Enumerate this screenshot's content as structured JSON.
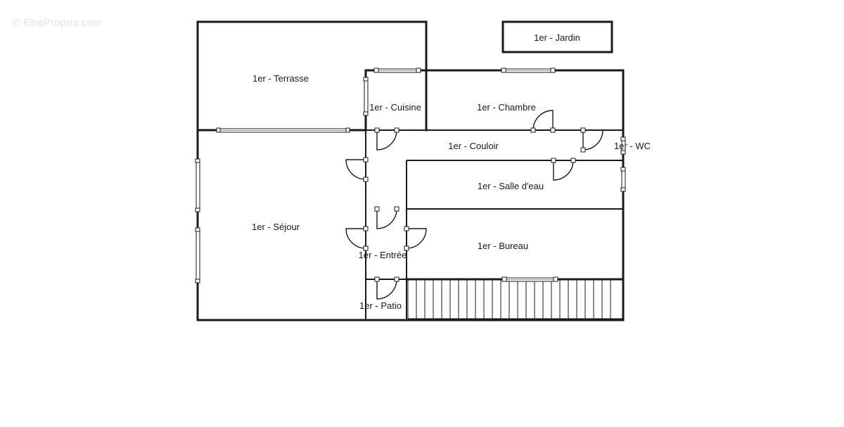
{
  "watermark": "© EtreProprio.com",
  "rooms": {
    "jardin": "1er - Jardin",
    "terrasse": "1er - Terrasse",
    "cuisine": "1er - Cuisine",
    "chambre": "1er - Chambre",
    "couloir": "1er - Couloir",
    "wc": "1er - WC",
    "salle_deau": "1er - Salle d'eau",
    "sejour": "1er - Séjour",
    "entree": "1er - Entrée",
    "bureau": "1er - Bureau",
    "patio": "1er - Patio"
  }
}
